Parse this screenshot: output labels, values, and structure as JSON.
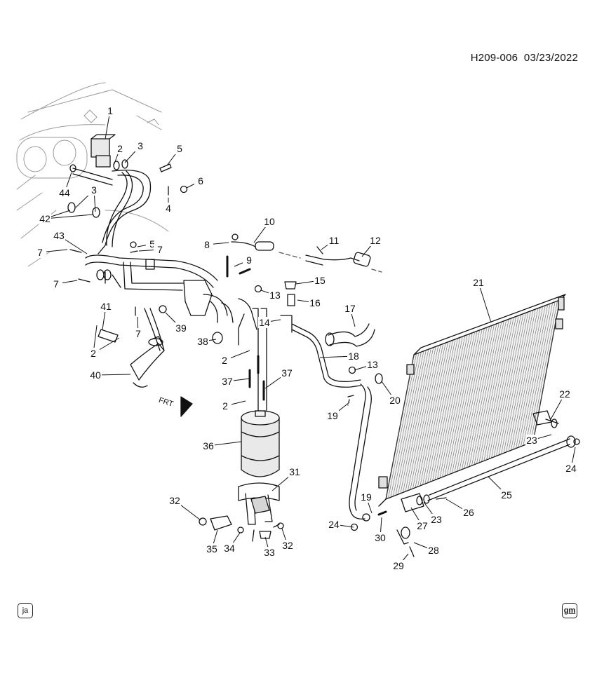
{
  "header": {
    "drawing_code": "H209-006",
    "date": "03/23/2022"
  },
  "front_indicator": "FRT",
  "badges": {
    "left": "ja",
    "right": "gm"
  },
  "callouts": [
    "1",
    "2",
    "3",
    "4",
    "5",
    "6",
    "7",
    "8",
    "9",
    "10",
    "11",
    "12",
    "13",
    "14",
    "15",
    "16",
    "17",
    "18",
    "19",
    "20",
    "21",
    "22",
    "23",
    "24",
    "25",
    "26",
    "27",
    "28",
    "29",
    "30",
    "31",
    "32",
    "33",
    "34",
    "35",
    "36",
    "37",
    "38",
    "39",
    "40",
    "41",
    "42",
    "43",
    "44"
  ],
  "colors": {
    "ink": "#111111",
    "ghost": "#9a9a9a",
    "fill": "#e9e9e9",
    "shade": "#c8c8c8"
  }
}
